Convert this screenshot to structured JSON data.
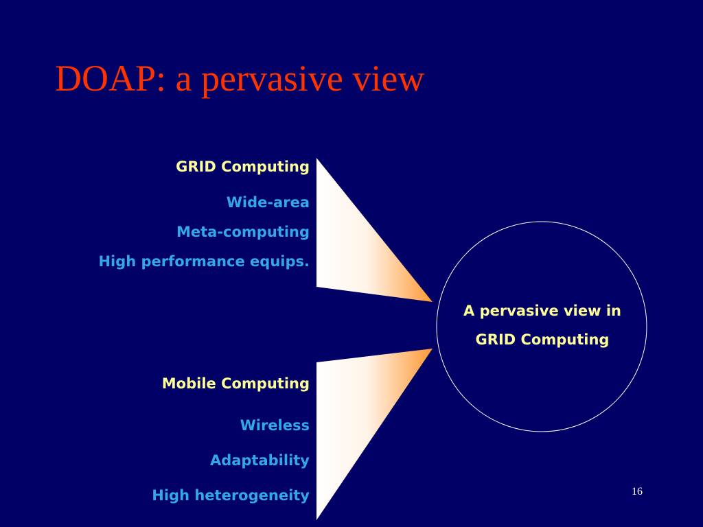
{
  "slide": {
    "title": "DOAP: a pervasive view",
    "page_number": "16",
    "colors": {
      "background": "#000066",
      "title": "#ff3300",
      "heading": "#ffff99",
      "item": "#33a8e6",
      "cone_start": "#ffffff",
      "cone_end": "#ff9933",
      "circle_outline": "#ffffff"
    }
  },
  "grid_group": {
    "heading": "GRID Computing",
    "items": [
      "Wide-area",
      "Meta-computing",
      "High performance equips."
    ]
  },
  "mobile_group": {
    "heading": "Mobile Computing",
    "items": [
      "Wireless",
      "Adaptability",
      "High heterogeneity"
    ]
  },
  "result": {
    "line1": "A pervasive view in",
    "line2": "GRID Computing"
  }
}
